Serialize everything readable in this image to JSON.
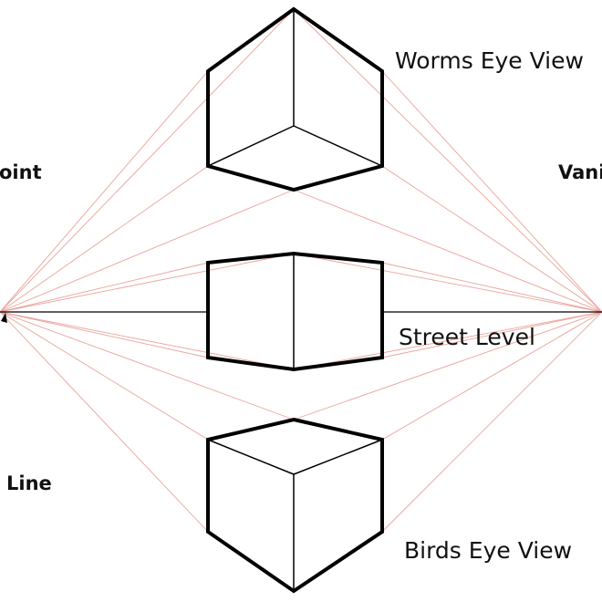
{
  "labels": {
    "worms_eye": "Worms Eye View",
    "street_level": "Street Level",
    "birds_eye": "Birds Eye View",
    "vanishing_point_left_fragment": "oint",
    "vanishing_point_right_fragment": "Vani",
    "horizon_line_fragment": "Line"
  },
  "colors": {
    "guide_lines": "#e8a39b",
    "outline": "#000000",
    "background": "#ffffff"
  }
}
